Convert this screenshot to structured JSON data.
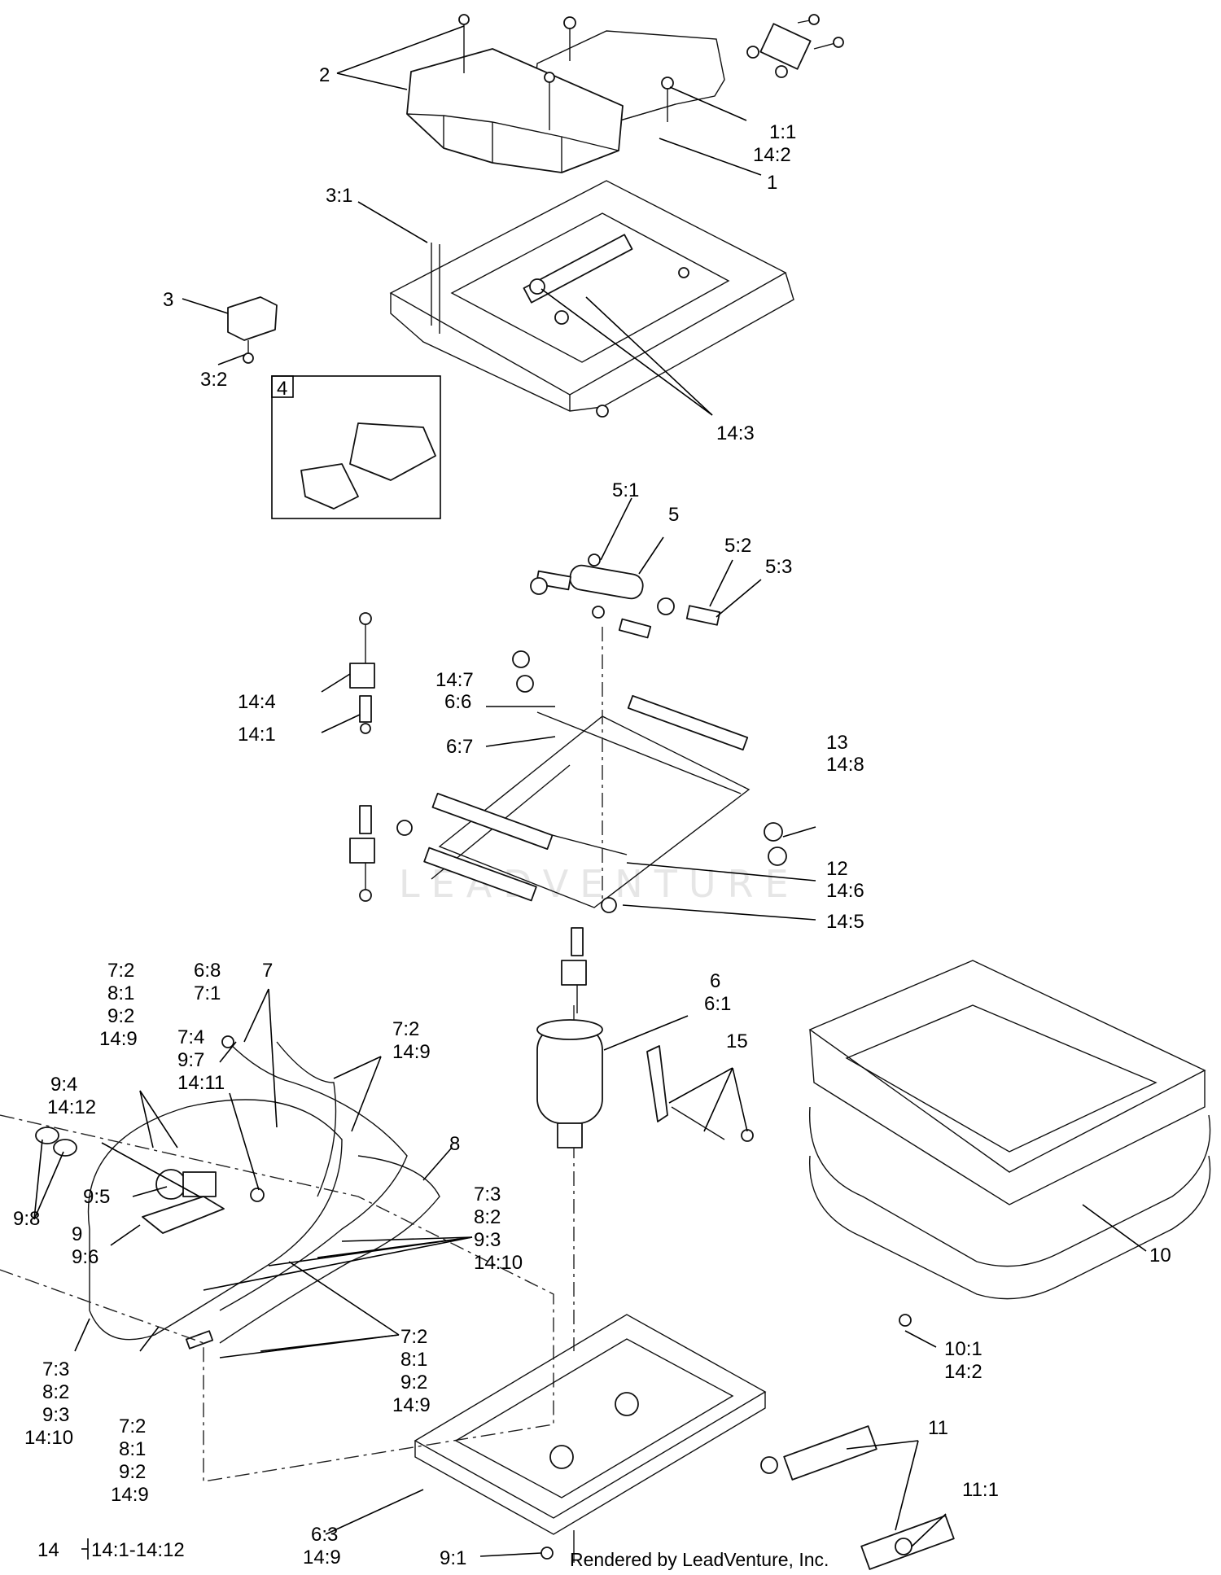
{
  "watermark": "LEADVENTURE",
  "credit": "Rendered by LeadVenture, Inc.",
  "footer_kit": {
    "item": "14",
    "range": "14:1-14:12"
  },
  "callouts": [
    {
      "id": "c2",
      "lines": [
        "2"
      ]
    },
    {
      "id": "c1-1",
      "lines": [
        "1:1",
        "14:2"
      ]
    },
    {
      "id": "c1",
      "lines": [
        "1"
      ]
    },
    {
      "id": "c3-1",
      "lines": [
        "3:1"
      ]
    },
    {
      "id": "c3",
      "lines": [
        "3"
      ]
    },
    {
      "id": "c3-2",
      "lines": [
        "3:2"
      ]
    },
    {
      "id": "c4",
      "lines": [
        "4"
      ]
    },
    {
      "id": "c14-3",
      "lines": [
        "14:3"
      ]
    },
    {
      "id": "c5-1",
      "lines": [
        "5:1"
      ]
    },
    {
      "id": "c5",
      "lines": [
        "5"
      ]
    },
    {
      "id": "c5-2",
      "lines": [
        "5:2"
      ]
    },
    {
      "id": "c5-3",
      "lines": [
        "5:3"
      ]
    },
    {
      "id": "c14-4",
      "lines": [
        "14:4"
      ]
    },
    {
      "id": "c14-7",
      "lines": [
        "14:7",
        "6:6"
      ]
    },
    {
      "id": "c14-1",
      "lines": [
        "14:1"
      ]
    },
    {
      "id": "c6-7",
      "lines": [
        "6:7"
      ]
    },
    {
      "id": "c13",
      "lines": [
        "13",
        "14:8"
      ]
    },
    {
      "id": "c12",
      "lines": [
        "12",
        "14:6"
      ]
    },
    {
      "id": "c14-5",
      "lines": [
        "14:5"
      ]
    },
    {
      "id": "c7-2a",
      "lines": [
        "7:2",
        "8:1",
        "9:2",
        "14:9"
      ]
    },
    {
      "id": "c6-8",
      "lines": [
        "6:8",
        "7:1"
      ]
    },
    {
      "id": "c7",
      "lines": [
        "7"
      ]
    },
    {
      "id": "c7-4",
      "lines": [
        "7:4",
        "9:7",
        "14:11"
      ]
    },
    {
      "id": "c7-2b",
      "lines": [
        "7:2",
        "14:9"
      ]
    },
    {
      "id": "c6",
      "lines": [
        "6",
        "6:1"
      ]
    },
    {
      "id": "c15",
      "lines": [
        "15"
      ]
    },
    {
      "id": "c9-4",
      "lines": [
        "9:4",
        "14:12"
      ]
    },
    {
      "id": "c8",
      "lines": [
        "8"
      ]
    },
    {
      "id": "c9-5",
      "lines": [
        "9:5"
      ]
    },
    {
      "id": "c9-8",
      "lines": [
        "9:8"
      ]
    },
    {
      "id": "c9",
      "lines": [
        "9",
        "9:6"
      ]
    },
    {
      "id": "c7-3a",
      "lines": [
        "7:3",
        "8:2",
        "9:3",
        "14:10"
      ]
    },
    {
      "id": "c10",
      "lines": [
        "10"
      ]
    },
    {
      "id": "c7-2c",
      "lines": [
        "7:2",
        "8:1",
        "9:2",
        "14:9"
      ]
    },
    {
      "id": "c7-3b",
      "lines": [
        "7:3",
        "8:2",
        "9:3",
        "14:10"
      ]
    },
    {
      "id": "c7-2d",
      "lines": [
        "7:2",
        "8:1",
        "9:2",
        "14:9"
      ]
    },
    {
      "id": "c10-1",
      "lines": [
        "10:1",
        "14:2"
      ]
    },
    {
      "id": "c11",
      "lines": [
        "11"
      ]
    },
    {
      "id": "c11-1",
      "lines": [
        "11:1"
      ]
    },
    {
      "id": "c6-3",
      "lines": [
        "6:3",
        "14:9"
      ]
    },
    {
      "id": "c9-1",
      "lines": [
        "9:1"
      ]
    }
  ]
}
